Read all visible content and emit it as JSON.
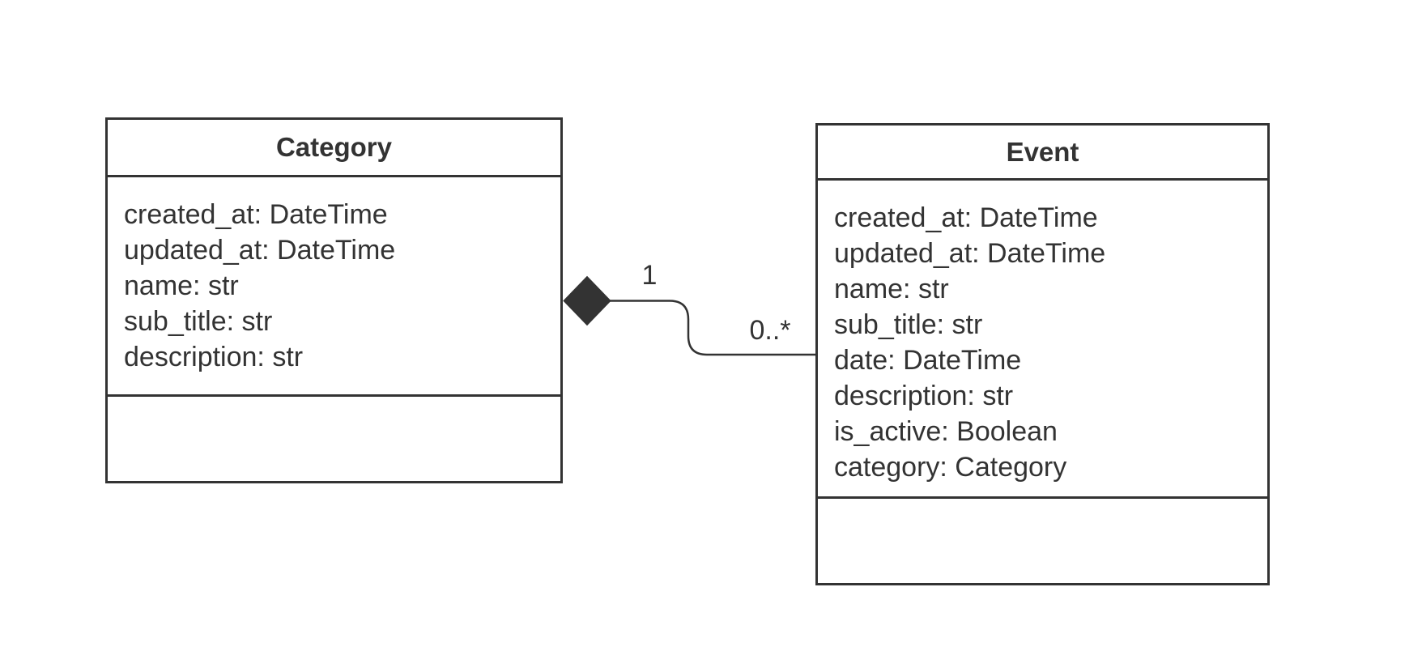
{
  "diagram": {
    "background_color": "#ffffff",
    "stroke_color": "#333333",
    "text_color": "#333333",
    "classes": [
      {
        "name": "Category",
        "attributes": [
          "created_at: DateTime",
          "updated_at: DateTime",
          "name: str",
          "sub_title: str",
          "description: str"
        ],
        "methods": []
      },
      {
        "name": "Event",
        "attributes": [
          "created_at: DateTime",
          "updated_at: DateTime",
          "name: str",
          "sub_title: str",
          "date: DateTime",
          "description: str",
          "is_active: Boolean",
          "category: Category"
        ],
        "methods": []
      }
    ],
    "relationship": {
      "kind": "composition",
      "source_multiplicity": "1",
      "target_multiplicity": "0..*"
    }
  }
}
